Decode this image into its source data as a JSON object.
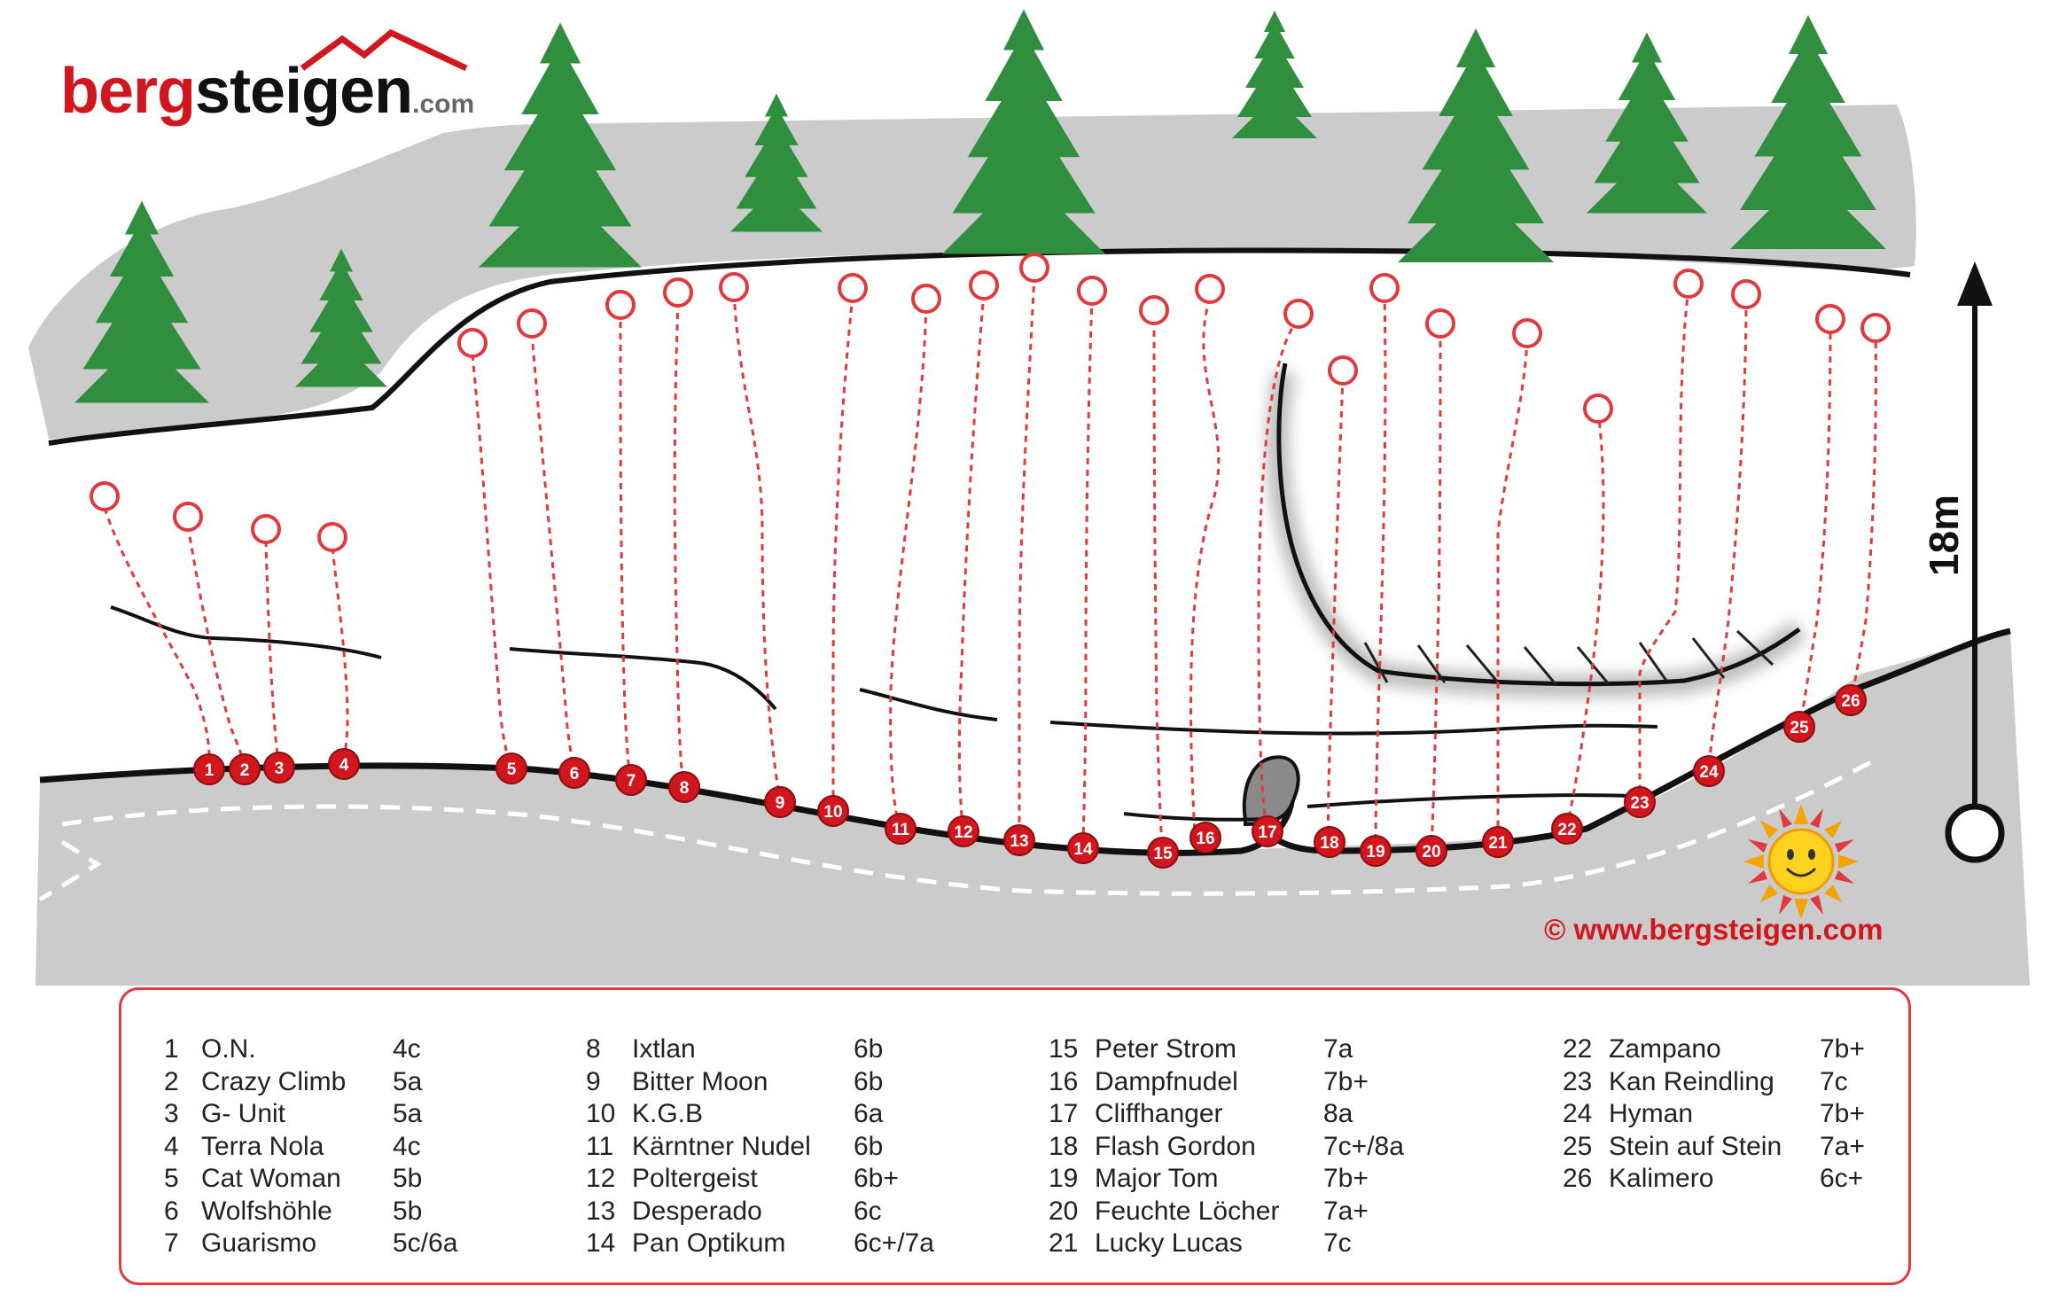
{
  "logo": {
    "part1": "berg",
    "part2": "steigen",
    "suffix": ".com"
  },
  "height_label": "18m",
  "copyright": "©  www.bergsteigen.com",
  "colors": {
    "accent": "#d2161d",
    "rock": "#c9c9c9",
    "tree": "#2f8f3f",
    "line": "#111111"
  },
  "icons": [
    "sun-smiley-icon",
    "mountain-roof-icon",
    "tree-icon",
    "anchor-icon",
    "height-arrow-icon"
  ],
  "legend": {
    "columns": [
      [
        {
          "num": "1",
          "name": "O.N.",
          "grade": "4c"
        },
        {
          "num": "2",
          "name": "Crazy Climb",
          "grade": "5a"
        },
        {
          "num": "3",
          "name": "G- Unit",
          "grade": "5a"
        },
        {
          "num": "4",
          "name": "Terra Nola",
          "grade": "4c"
        },
        {
          "num": "5",
          "name": "Cat Woman",
          "grade": "5b"
        },
        {
          "num": "6",
          "name": "Wolfshöhle",
          "grade": "5b"
        },
        {
          "num": "7",
          "name": "Guarismo",
          "grade": "5c/6a"
        }
      ],
      [
        {
          "num": "8",
          "name": "Ixtlan",
          "grade": "6b"
        },
        {
          "num": "9",
          "name": "Bitter Moon",
          "grade": "6b"
        },
        {
          "num": "10",
          "name": "K.G.B",
          "grade": "6a"
        },
        {
          "num": "11",
          "name": "Kärntner Nudel",
          "grade": "6b"
        },
        {
          "num": "12",
          "name": "Poltergeist",
          "grade": "6b+"
        },
        {
          "num": "13",
          "name": "Desperado",
          "grade": "6c"
        },
        {
          "num": "14",
          "name": "Pan Optikum",
          "grade": "6c+/7a"
        }
      ],
      [
        {
          "num": "15",
          "name": "Peter Strom",
          "grade": "7a"
        },
        {
          "num": "16",
          "name": "Dampfnudel",
          "grade": "7b+"
        },
        {
          "num": "17",
          "name": "Cliffhanger",
          "grade": "8a"
        },
        {
          "num": "18",
          "name": "Flash Gordon",
          "grade": "7c+/8a"
        },
        {
          "num": "19",
          "name": "Major Tom",
          "grade": "7b+"
        },
        {
          "num": "20",
          "name": "Feuchte Löcher",
          "grade": "7a+"
        },
        {
          "num": "21",
          "name": "Lucky Lucas",
          "grade": "7c"
        }
      ],
      [
        {
          "num": "22",
          "name": "Zampano",
          "grade": "7b+"
        },
        {
          "num": "23",
          "name": "Kan Reindling",
          "grade": "7c"
        },
        {
          "num": "24",
          "name": "Hyman",
          "grade": "7b+"
        },
        {
          "num": "25",
          "name": "Stein auf Stein",
          "grade": "7a+"
        },
        {
          "num": "26",
          "name": "Kalimero",
          "grade": "6c+"
        }
      ]
    ]
  },
  "route_markers": [
    "1",
    "2",
    "3",
    "4",
    "5",
    "6",
    "7",
    "8",
    "9",
    "10",
    "11",
    "12",
    "13",
    "14",
    "15",
    "16",
    "17",
    "18",
    "19",
    "20",
    "21",
    "22",
    "23",
    "24",
    "25",
    "26"
  ]
}
